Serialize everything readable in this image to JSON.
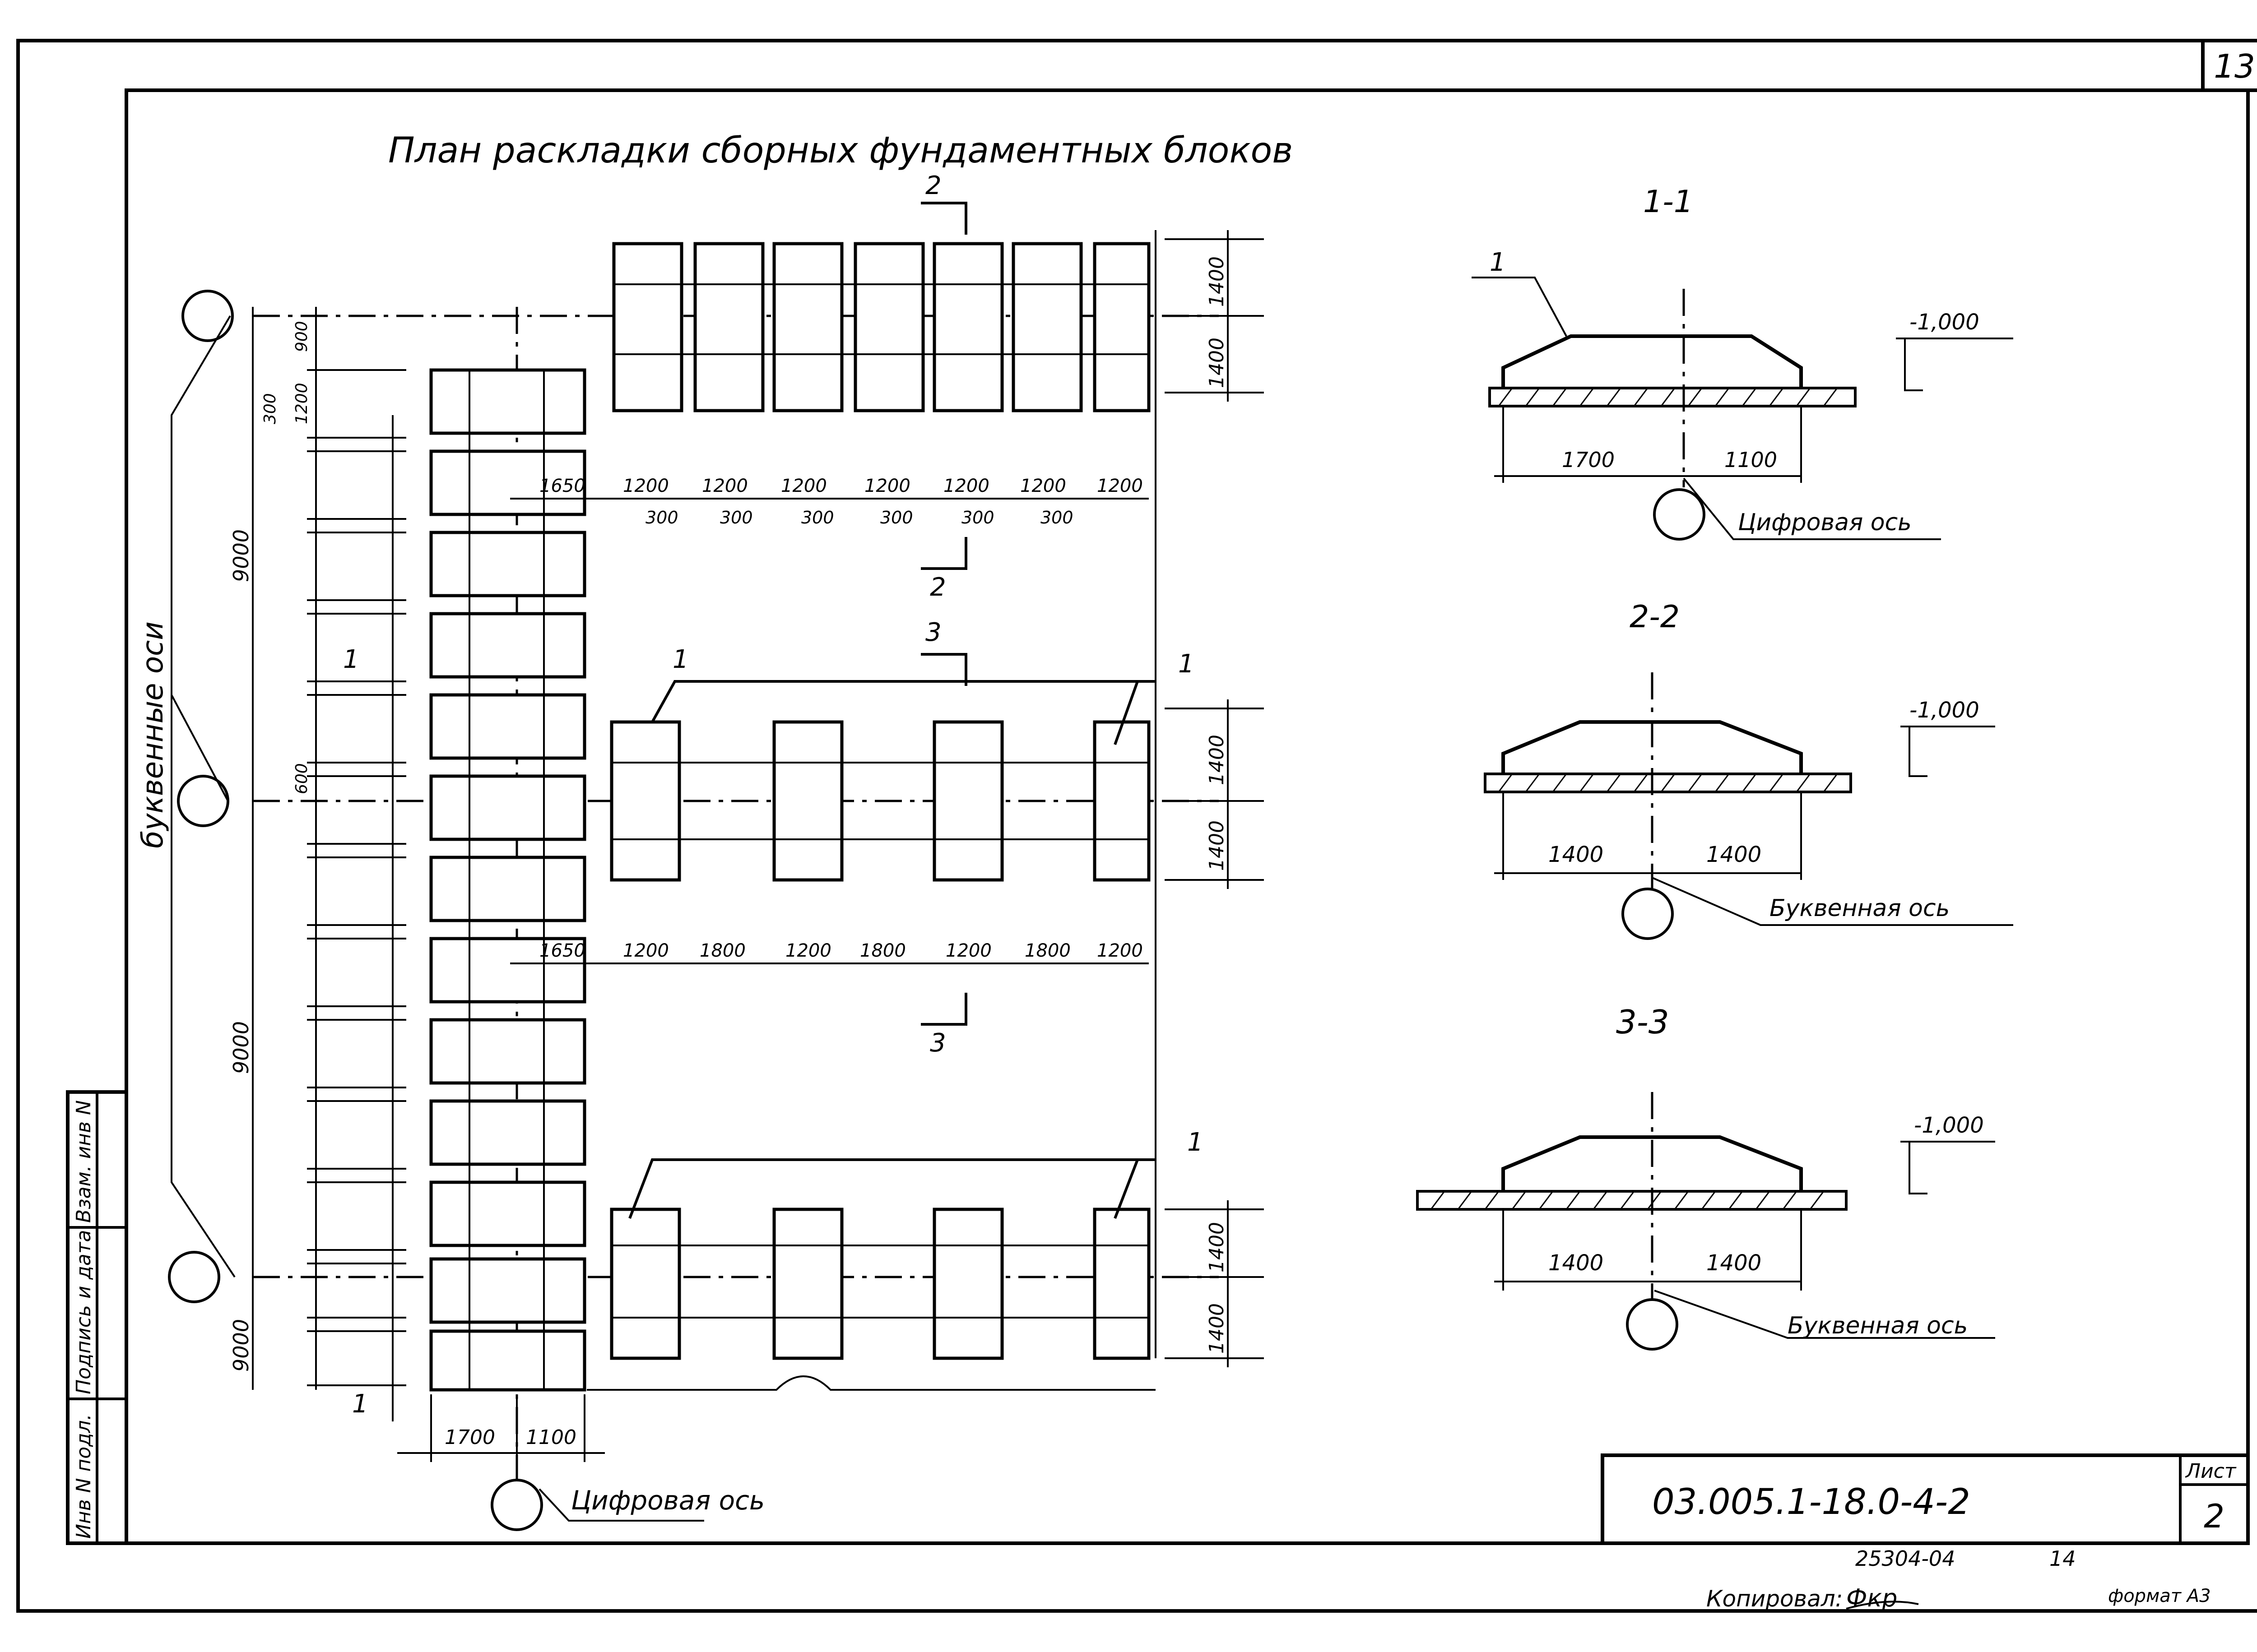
{
  "sheet_number": "13",
  "title": "План раскладки сборных фундаментных блоков",
  "plan": {
    "letter_axes_label": "буквенные оси",
    "digital_axis_label": "Цифровая ось",
    "section_marks": {
      "s1": "1",
      "s2": "2",
      "s3": "3"
    },
    "block_callout": "1",
    "left_bay_dims": [
      "9000",
      "9000",
      "9000"
    ],
    "left_dims_300": "300",
    "left_dims_1200": "1200",
    "left_dims_900": "900",
    "left_dims_600": "600",
    "top_row_dims": [
      "1650",
      "1200",
      "1200",
      "1200",
      "1200",
      "1200",
      "1200",
      "1200"
    ],
    "top_row_gaps": [
      "300",
      "300",
      "300",
      "300",
      "300",
      "300"
    ],
    "mid_row_dims": [
      "1650",
      "1200",
      "1800",
      "1200",
      "1800",
      "1200",
      "1800",
      "1200"
    ],
    "right_dims": [
      "1400",
      "1400"
    ],
    "bottom_dims": [
      "1700",
      "1100"
    ]
  },
  "sections": [
    {
      "title": "1-1",
      "callout": "1",
      "level": "-1,000",
      "dims": [
        "1700",
        "1100"
      ],
      "axis_label": "Цифровая ось"
    },
    {
      "title": "2-2",
      "callout": "",
      "level": "-1,000",
      "dims": [
        "1400",
        "1400"
      ],
      "axis_label": "Буквенная ось"
    },
    {
      "title": "3-3",
      "callout": "",
      "level": "-1,000",
      "dims": [
        "1400",
        "1400"
      ],
      "axis_label": "Буквенная ось"
    }
  ],
  "side_stamp": [
    "Инв N подл.",
    "Подпись и дата",
    "Взам. инв N"
  ],
  "title_block": {
    "code": "03.005.1-18.0-4-2",
    "sheet_label": "Лист",
    "sheet_value": "2"
  },
  "footer": {
    "archive_number": "25304-04",
    "page": "14",
    "copied_label": "Копировал:",
    "copied_sign": "Фкр",
    "format": "формат А3"
  }
}
